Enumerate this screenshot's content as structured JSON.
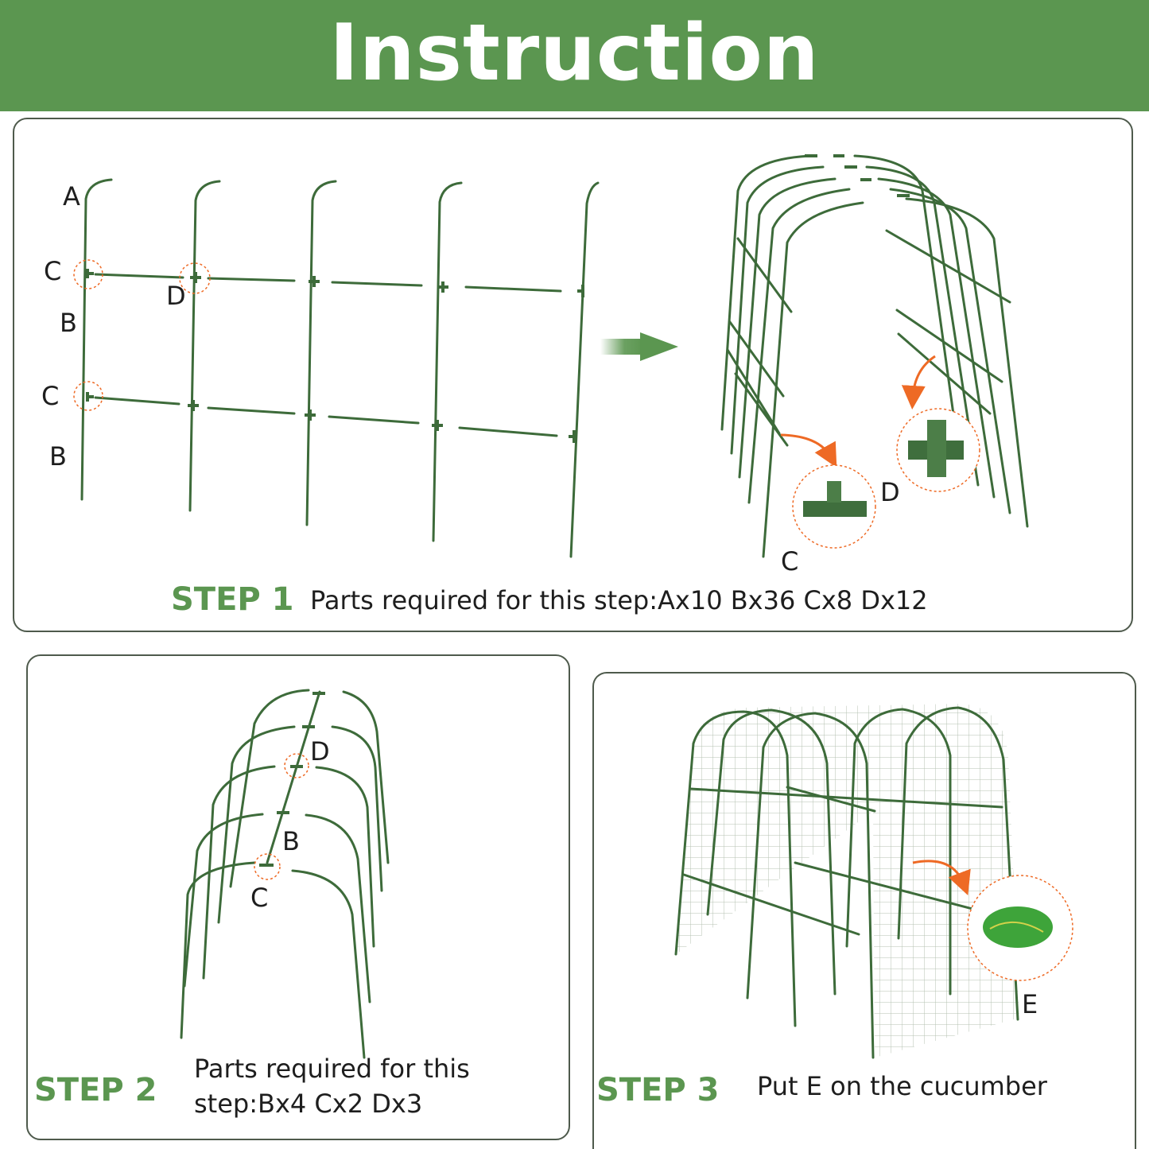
{
  "header": {
    "title": "Instruction"
  },
  "step1": {
    "step_label": "STEP 1",
    "description": "Parts required for this step:Ax10 Bx36 Cx8 Dx12",
    "labels": {
      "a": "A",
      "c_top": "C",
      "d": "D",
      "b_top": "B",
      "c_bottom": "C",
      "b_bottom": "B",
      "d_zoom": "D",
      "c_zoom": "C"
    }
  },
  "step2": {
    "step_label": "STEP 2",
    "description_line1": "Parts required for this",
    "description_line2": "step:Bx4 Cx2 Dx3",
    "labels": {
      "d": "D",
      "b": "B",
      "c": "C"
    }
  },
  "step3": {
    "step_label": "STEP 3",
    "description": "Put E on the cucumber",
    "labels": {
      "e": "E"
    }
  },
  "colors": {
    "brand_green": "#5b9650",
    "frame_green": "#3d6b3a",
    "callout_orange": "#ee6a25"
  }
}
